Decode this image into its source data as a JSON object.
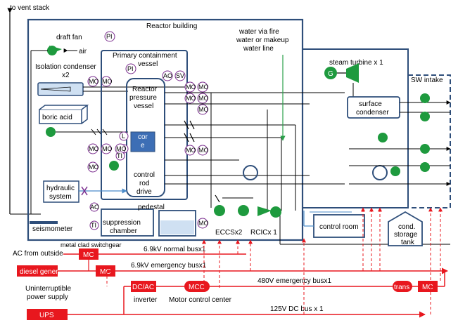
{
  "labels": {
    "vent_stack": "to vent stack",
    "reactor_building": "Reactor building",
    "draft_fan": "draft fan",
    "air": "air",
    "iso_cond_1": "Isolation condenser",
    "iso_cond_2": "x2",
    "pci_1": "Primary  containment",
    "pci_2": "vessel",
    "rpv_1": "Reactor",
    "rpv_2": "pressure",
    "rpv_3": "vessel",
    "core_1": "cor",
    "core_2": "e",
    "crd_1": "control",
    "crd_2": "rod",
    "crd_3": "drive",
    "boric_acid": "boric acid",
    "hydraulic_1": "hydraulic",
    "hydraulic_2": "system",
    "pedestal": "pedestal",
    "suppression_1": "suppression",
    "suppression_2": "chamber",
    "seismometer": "seismometer",
    "water_1": "water via fire",
    "water_2": "water or makeup",
    "water_3": "water line",
    "steam_turbine": "steam turbine x 1",
    "generator": "G",
    "sw_intake": "SW intake",
    "surface_1": "surface",
    "surface_2": "condenser",
    "eccs": "ECCSx2",
    "rcic": "RCICx 1",
    "control_room": "control room",
    "cst_1": "cond.",
    "cst_2": "storage",
    "cst_3": "tank",
    "ac_outside": "AC from outside",
    "metal_clad": "metal clad switchgear",
    "bus_69_normal": "6.9kV normal busx1",
    "bus_69_emerg": "6.9kV emergency busx1",
    "bus_480": "480V emergency busx1",
    "bus_125": "125V DC bus x 1",
    "diesel": "diesel generator",
    "ups_1": "Uninterruptible",
    "ups_2": "power supply",
    "ups": "UPS",
    "dcac": "DC/AC",
    "inverter": "inverter",
    "mcc": "MCC",
    "mcc_long": "Motor control center",
    "trans": "trans",
    "mc": "MC",
    "mo": "MO",
    "pi": "PI",
    "ao": "AO",
    "sv": "SV",
    "l": "L",
    "t": "T",
    "ti": "TI"
  },
  "colors": {
    "building": "#2e4e7a",
    "pump": "#1e9a3e",
    "electric": "#e8171e",
    "valve_marker": "#7a2c8e",
    "water_line": "#2aa14a",
    "core_fill": "#3d6eb5",
    "tank_fill": "#cfe0f2",
    "blue_line": "#4a8bc9"
  }
}
